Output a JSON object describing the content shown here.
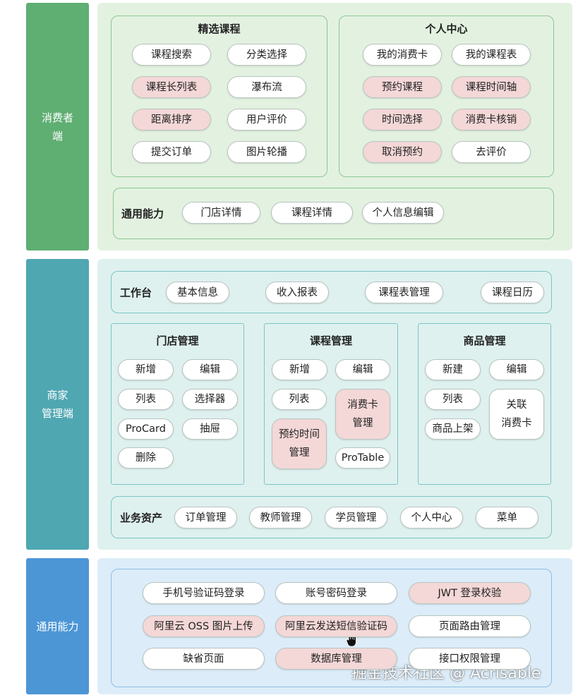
{
  "sections": {
    "consumer": "消费者\n端",
    "merchant": "商家\n管理端",
    "common": "通用能力"
  },
  "consumer": {
    "featured": {
      "title": "精选课程",
      "items": [
        {
          "label": "课程搜索",
          "hl": false
        },
        {
          "label": "分类选择",
          "hl": false
        },
        {
          "label": "课程长列表",
          "hl": true
        },
        {
          "label": "瀑布流",
          "hl": false
        },
        {
          "label": "距离排序",
          "hl": true
        },
        {
          "label": "用户评价",
          "hl": false
        },
        {
          "label": "提交订单",
          "hl": false
        },
        {
          "label": "图片轮播",
          "hl": false
        }
      ]
    },
    "personal": {
      "title": "个人中心",
      "items": [
        {
          "label": "我的消费卡",
          "hl": false
        },
        {
          "label": "我的课程表",
          "hl": false
        },
        {
          "label": "预约课程",
          "hl": true
        },
        {
          "label": "课程时间轴",
          "hl": true
        },
        {
          "label": "时间选择",
          "hl": true
        },
        {
          "label": "消费卡核销",
          "hl": true
        },
        {
          "label": "取消预约",
          "hl": true
        },
        {
          "label": "去评价",
          "hl": false
        }
      ]
    },
    "general": {
      "title": "通用能力",
      "items": [
        "门店详情",
        "课程详情",
        "个人信息编辑"
      ]
    }
  },
  "merchant": {
    "workbench": {
      "title": "工作台",
      "items": [
        "基本信息",
        "收入报表",
        "课程表管理",
        "课程日历"
      ]
    },
    "store": {
      "title": "门店管理",
      "items": [
        "新增",
        "编辑",
        "列表",
        "选择器",
        "ProCard",
        "抽屉",
        "删除"
      ]
    },
    "course": {
      "title": "课程管理",
      "items": [
        {
          "label": "新增",
          "hl": false
        },
        {
          "label": "编辑",
          "hl": false
        },
        {
          "label": "列表",
          "hl": false
        },
        {
          "label": "消费卡\n管理",
          "hl": true
        },
        {
          "label": "预约时间\n管理",
          "hl": true
        },
        {
          "label": "ProTable",
          "hl": false
        }
      ]
    },
    "goods": {
      "title": "商品管理",
      "items": [
        "新建",
        "编辑",
        "列表",
        "关联\n消费卡",
        "商品上架"
      ]
    },
    "assets": {
      "title": "业务资产",
      "items": [
        "订单管理",
        "教师管理",
        "学员管理",
        "个人中心",
        "菜单"
      ]
    }
  },
  "common": {
    "items": [
      {
        "label": "手机号验证码登录",
        "hl": false
      },
      {
        "label": "账号密码登录",
        "hl": false
      },
      {
        "label": "JWT 登录校验",
        "hl": true
      },
      {
        "label": "阿里云 OSS 图片上传",
        "hl": true
      },
      {
        "label": "阿里云发送短信验证码",
        "hl": true
      },
      {
        "label": "页面路由管理",
        "hl": false
      },
      {
        "label": "缺省页面",
        "hl": false
      },
      {
        "label": "数据库管理",
        "hl": true
      },
      {
        "label": "接口权限管理",
        "hl": false
      }
    ]
  },
  "watermark": "掘金技术社区 @ Acrisable",
  "colors": {
    "consumer_side": "#5fae72",
    "consumer_bg": "#e3f2e0",
    "consumer_border": "#8cc596",
    "merchant_side": "#4fa7b2",
    "merchant_bg": "#def1ef",
    "merchant_border": "#7ec3c6",
    "common_side": "#4c96d6",
    "common_bg": "#dcedf9",
    "common_border": "#8fbde3",
    "highlight": "#f4d7d7"
  }
}
